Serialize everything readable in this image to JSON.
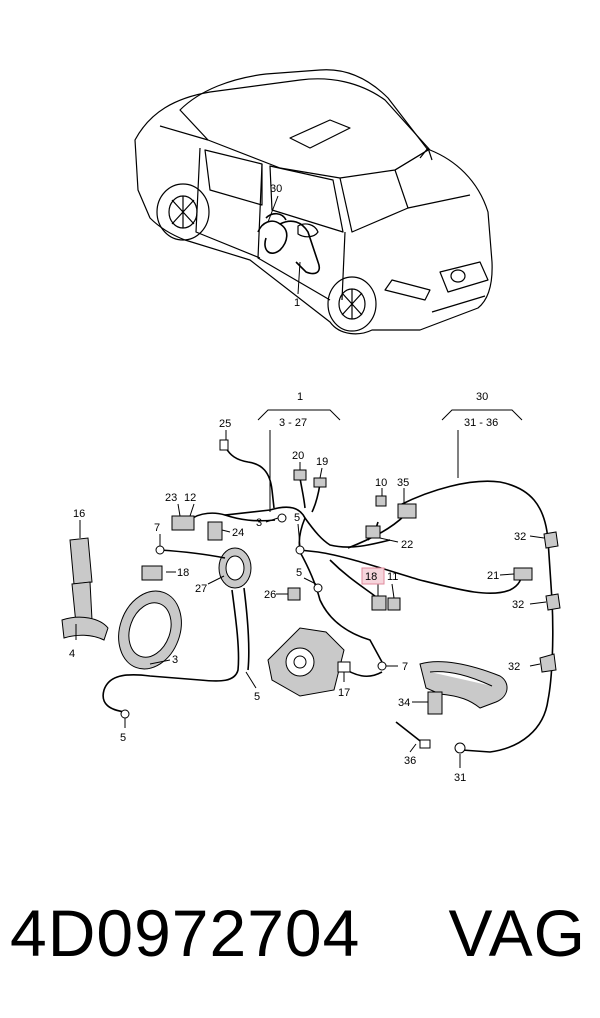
{
  "diagram": {
    "overview_labels": [
      "30",
      "1"
    ],
    "groups": [
      {
        "number": "1",
        "range": "3 - 27"
      },
      {
        "number": "30",
        "range": "31 - 36"
      }
    ],
    "labels": {
      "l25": "25",
      "l20": "20",
      "l19": "19",
      "l10": "10",
      "l35": "35",
      "l23": "23",
      "l12": "12",
      "l16": "16",
      "l7a": "7",
      "l3a": "3",
      "l24": "24",
      "l5a": "5",
      "l22": "22",
      "l32a": "32",
      "l18a": "18",
      "l27": "27",
      "l5b": "5",
      "l18b": "18",
      "l11": "11",
      "l21": "21",
      "l26": "26",
      "l32b": "32",
      "l4": "4",
      "l3b": "3",
      "l7b": "7",
      "l32c": "32",
      "l17": "17",
      "l5c": "5",
      "l34": "34",
      "l5d": "5",
      "l36": "36",
      "l31": "31"
    },
    "highlighted_label": "18",
    "highlight_color": "#f6d5dc"
  },
  "footer": {
    "part_number": "4D0972704",
    "brand": "VAG"
  }
}
